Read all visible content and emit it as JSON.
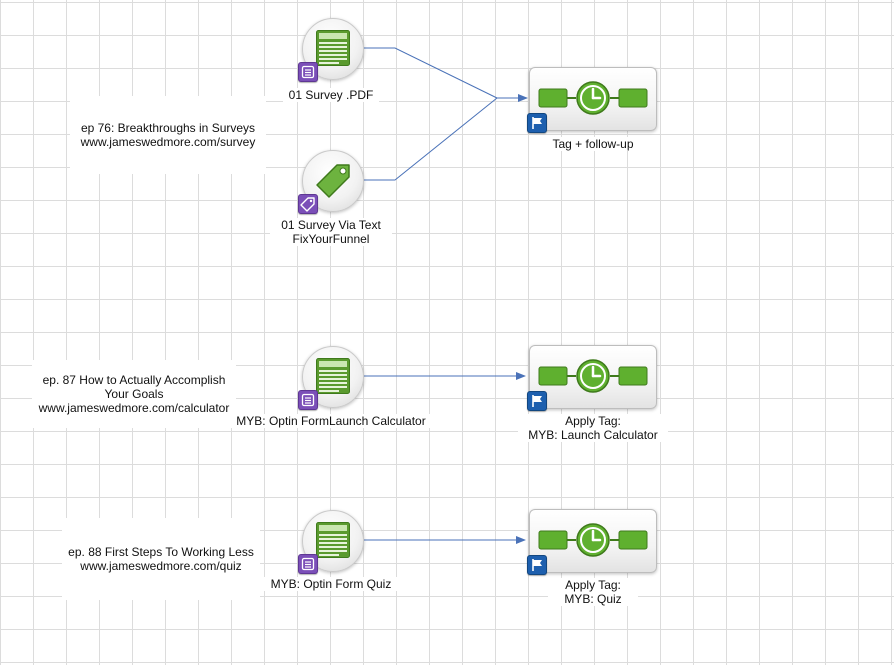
{
  "notes": [
    {
      "lines": [
        "ep 76: Breakthroughs in Surveys",
        "www.jameswedmore.com/survey"
      ]
    },
    {
      "lines": [
        "ep. 87 How to Actually Accomplish",
        "Your Goals",
        "www.jameswedmore.com/calculator"
      ]
    },
    {
      "lines": [
        "ep. 88 First Steps To Working Less",
        "www.jameswedmore.com/quiz"
      ]
    }
  ],
  "sources": [
    {
      "type": "form",
      "lines": [
        "01 Survey .PDF"
      ]
    },
    {
      "type": "tag-link",
      "lines": [
        "01 Survey Via Text",
        "FixYourFunnel"
      ]
    },
    {
      "type": "form",
      "lines": [
        "MYB: Optin FormLaunch Calculator"
      ]
    },
    {
      "type": "form",
      "lines": [
        "MYB: Optin Form Quiz"
      ]
    }
  ],
  "sequences": [
    {
      "lines": [
        "Tag + follow-up"
      ]
    },
    {
      "lines": [
        "Apply Tag:",
        "MYB: Launch Calculator"
      ]
    },
    {
      "lines": [
        "Apply Tag:",
        "MYB: Quiz"
      ]
    }
  ],
  "icons": {
    "form": "form-icon",
    "tag": "tag-icon",
    "timer": "clock-icon",
    "flag": "flag-icon",
    "form_badge": "form-badge-icon",
    "tag_badge": "tag-link-icon"
  },
  "colors": {
    "form_green": "#5a9a2e",
    "sequence_green": "#5fb02f",
    "connector": "#4a72b8",
    "badge_purple": "#7b4fb8",
    "badge_blue": "#1d5fae"
  }
}
